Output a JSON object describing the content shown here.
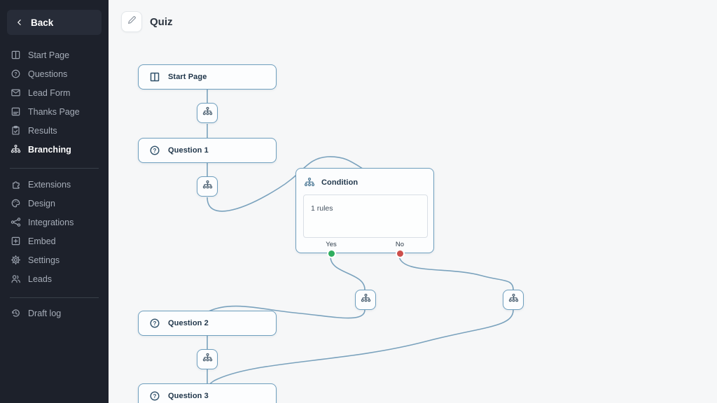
{
  "colors": {
    "accent-green": "#2fae5f",
    "accent-red": "#cc4f4b",
    "edge-blue": "#7aa2bd",
    "node-border": "#6f9fbe",
    "sidebar-bg": "#1d212b",
    "sidebar-text": "#a6adb8"
  },
  "sidebar": {
    "back_label": "Back",
    "sections": [
      {
        "items": [
          {
            "label": "Start Page",
            "icon": "start-page-icon"
          },
          {
            "label": "Questions",
            "icon": "question-circle-icon"
          },
          {
            "label": "Lead Form",
            "icon": "envelope-icon"
          },
          {
            "label": "Thanks Page",
            "icon": "thanks-card-icon"
          },
          {
            "label": "Results",
            "icon": "clipboard-check-icon"
          },
          {
            "label": "Branching",
            "icon": "sitemap-icon",
            "active": true
          }
        ]
      },
      {
        "items": [
          {
            "label": "Extensions",
            "icon": "puzzle-icon"
          },
          {
            "label": "Design",
            "icon": "palette-icon"
          },
          {
            "label": "Integrations",
            "icon": "share-network-icon"
          },
          {
            "label": "Embed",
            "icon": "embed-plus-icon"
          },
          {
            "label": "Settings",
            "icon": "gear-icon"
          },
          {
            "label": "Leads",
            "icon": "users-icon"
          }
        ]
      },
      {
        "items": [
          {
            "label": "Draft log",
            "icon": "history-clock-icon"
          }
        ]
      }
    ]
  },
  "header": {
    "title": "Quiz",
    "edit_icon": "pencil-icon"
  },
  "flow": {
    "start_page": {
      "label": "Start Page",
      "icon": "split-page-icon"
    },
    "question_1": {
      "label": "Question 1",
      "icon": "question-circle-icon"
    },
    "question_2": {
      "label": "Question 2",
      "icon": "question-circle-icon"
    },
    "question_3": {
      "label": "Question 3",
      "icon": "question-circle-icon"
    },
    "condition": {
      "title": "Condition",
      "icon": "sitemap-icon",
      "rules": "1 rules",
      "yes": "Yes",
      "no": "No"
    },
    "connector_icon": "sitemap-icon"
  }
}
